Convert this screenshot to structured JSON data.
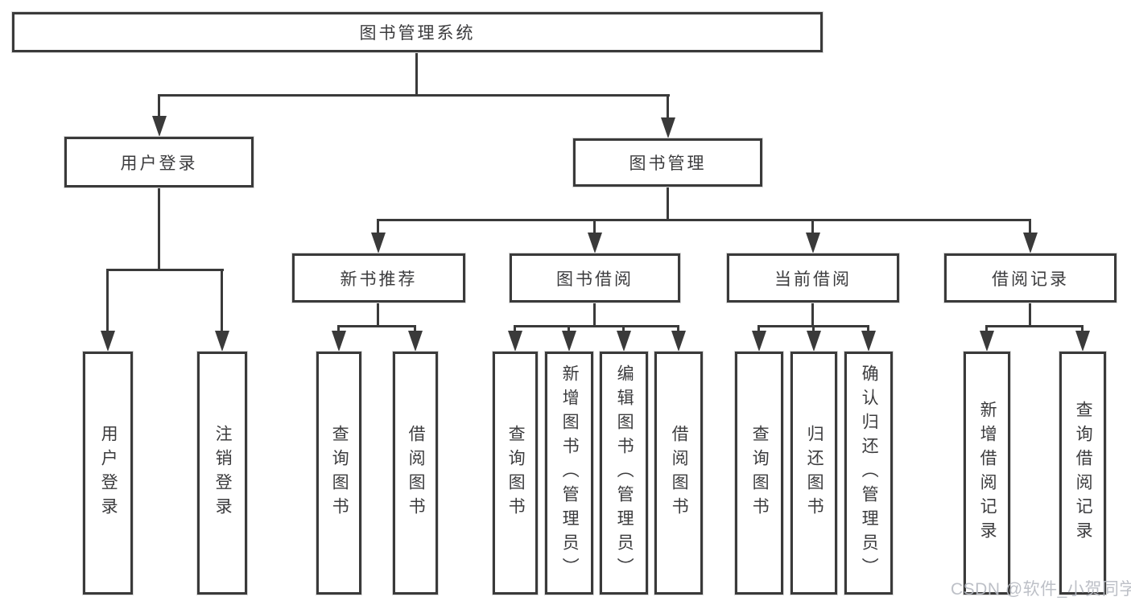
{
  "tree": {
    "label": "图书管理系统",
    "children": [
      {
        "label": "用户登录",
        "children": [
          {
            "label": "用户登录"
          },
          {
            "label": "注销登录"
          }
        ]
      },
      {
        "label": "图书管理",
        "children": [
          {
            "label": "新书推荐",
            "children": [
              {
                "label": "查询图书"
              },
              {
                "label": "借阅图书"
              }
            ]
          },
          {
            "label": "图书借阅",
            "children": [
              {
                "label": "查询图书"
              },
              {
                "label": "新增图书（管理员）"
              },
              {
                "label": "编辑图书（管理员）"
              },
              {
                "label": "借阅图书"
              }
            ]
          },
          {
            "label": "当前借阅",
            "children": [
              {
                "label": "查询图书"
              },
              {
                "label": "归还图书"
              },
              {
                "label": "确认归还（管理员）"
              }
            ]
          },
          {
            "label": "借阅记录",
            "children": [
              {
                "label": "新增借阅记录"
              },
              {
                "label": "查询借阅记录"
              }
            ]
          }
        ]
      }
    ]
  },
  "colors": {
    "line": "#3a3a3a",
    "text": "#3c3c3e",
    "watermark": "#b7bbc2"
  },
  "watermark": {
    "text": "CSDN @软件_小贺同学"
  }
}
